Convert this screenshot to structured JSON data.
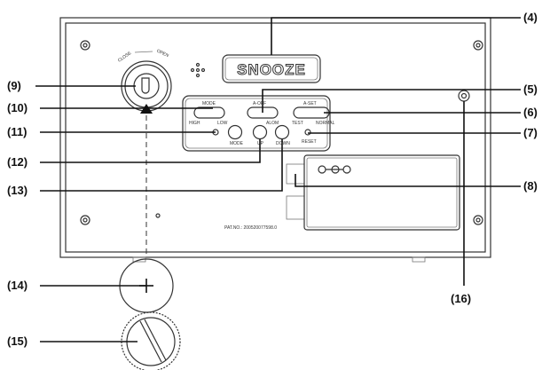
{
  "callouts": {
    "c4": "(4)",
    "c5": "(5)",
    "c6": "(6)",
    "c7": "(7)",
    "c8": "(8)",
    "c9": "(9)",
    "c10": "(10)",
    "c11": "(11)",
    "c12": "(12)",
    "c13": "(13)",
    "c14": "(14)",
    "c15": "(15)",
    "c16": "(16)"
  },
  "device": {
    "snooze": "SNOOZE",
    "knob_close": "CLOSE",
    "knob_open": "OPEN",
    "switch1_top": "MODE",
    "switch1_left": "HIGH",
    "switch1_right": "LOW",
    "switch2_top": "A-OFF",
    "switch2_right": "ALOM",
    "switch3_top": "A-SET",
    "switch3_left": "TEST",
    "switch3_right": "NORMAL",
    "button_mode": "MODE",
    "button_up": "UP",
    "button_down": "DOWN",
    "reset": "RESET",
    "patent": "PAT.NO.: 200520077598.0"
  }
}
